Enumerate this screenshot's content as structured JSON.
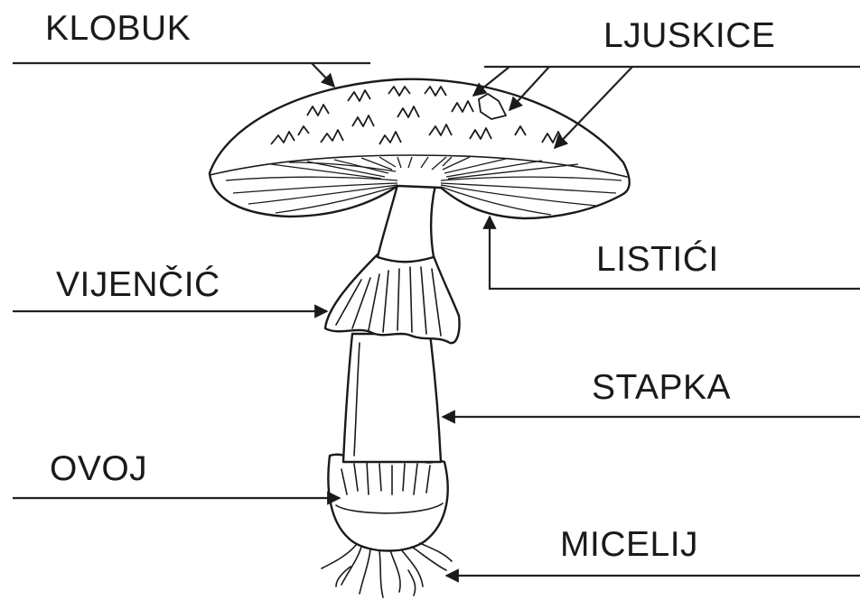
{
  "labels": {
    "klobuk": "KLOBUK",
    "ljuskice": "LJUSKICE",
    "listici": "LISTIĆI",
    "vijencic": "VIJENČIĆ",
    "stapka": "STAPKA",
    "ovoj": "OVOJ",
    "micelij": "MICELIJ"
  }
}
